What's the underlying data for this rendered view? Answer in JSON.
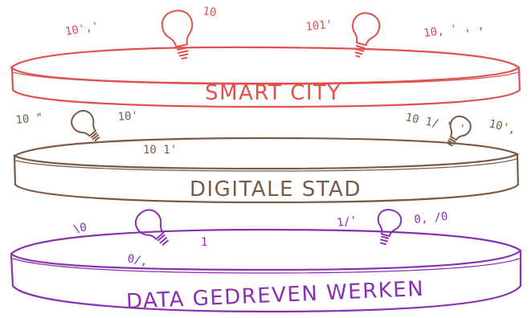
{
  "layers": [
    {
      "label": "SMART CITY",
      "color": "#e0504c"
    },
    {
      "label": "DIGITALE STAD",
      "color": "#7a5a45"
    },
    {
      "label": "DATA GEDREVEN WERKEN",
      "color": "#8a2fb2"
    }
  ],
  "icons": [
    "lightbulb-icon",
    "binary-digits"
  ],
  "bits": {
    "t1": "10','",
    "t2": "10",
    "t3": "101'",
    "t4": "10, ' , ,",
    "d1": "10 \"",
    "d2": "10 1'",
    "d3": "10 1/ ' '",
    "d4": "10'",
    "d5": "10',",
    "b1": "\\0",
    "b2": "0/,",
    "b3": "1/'",
    "b4": "0, /0",
    "b5": "1"
  }
}
